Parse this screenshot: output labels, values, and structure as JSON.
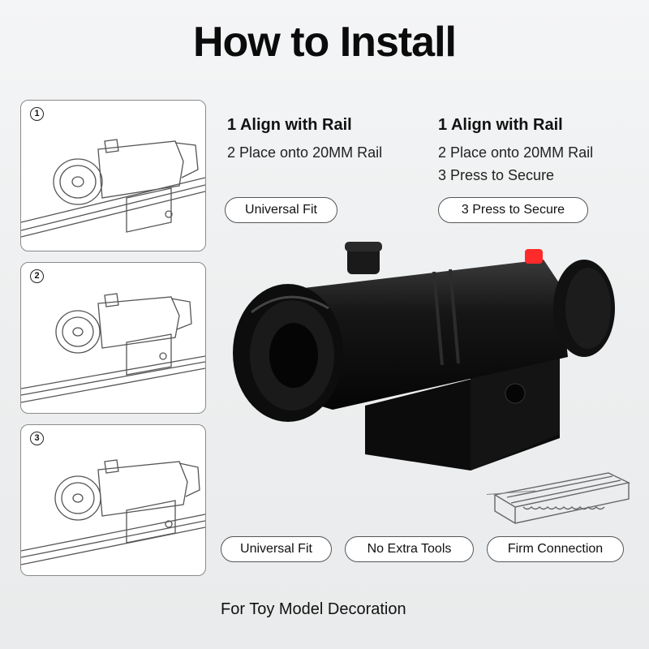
{
  "title": "How to Install",
  "panels": [
    {
      "num": "1"
    },
    {
      "num": "2"
    },
    {
      "num": "3"
    }
  ],
  "col1": {
    "title": "1 Align with Rail",
    "lines": [
      "2 Place onto 20MM Rail"
    ],
    "pill": "Universal Fit"
  },
  "col2": {
    "title": "1 Align with Rail",
    "lines": [
      "2 Place onto 20MM Rail",
      "3 Press to Secure"
    ],
    "pill": "3 Press to Secure"
  },
  "features": [
    "Universal Fit",
    "No Extra Tools",
    "Firm Connection"
  ],
  "footer": "For Toy Model Decoration",
  "colors": {
    "product": "#121212",
    "button": "#ff2a2a",
    "panel_border": "#8a8a8a"
  }
}
